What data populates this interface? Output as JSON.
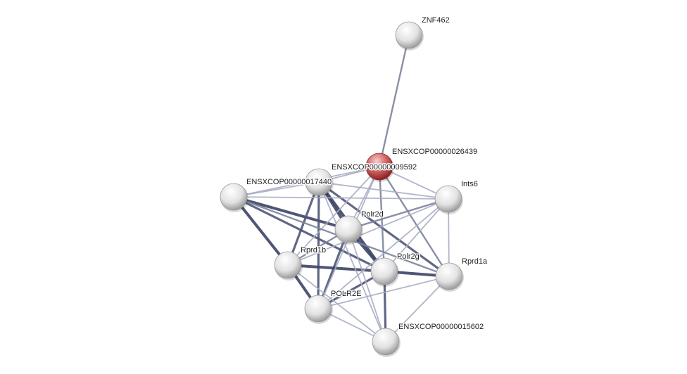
{
  "network": {
    "nodes": [
      {
        "id": "ZNF462",
        "label": "ZNF462",
        "highlight": false
      },
      {
        "id": "ENSXCOP00000026439",
        "label": "ENSXCOP00000026439",
        "highlight": true
      },
      {
        "id": "ENSXCOP00000009592",
        "label": "ENSXCOP00000009592",
        "highlight": false
      },
      {
        "id": "ENSXCOP00000017440",
        "label": "ENSXCOP00000017440",
        "highlight": false
      },
      {
        "id": "Ints6",
        "label": "Ints6",
        "highlight": false
      },
      {
        "id": "Polr2d",
        "label": "Polr2d",
        "highlight": false
      },
      {
        "id": "Rprd1b",
        "label": "Rprd1b",
        "highlight": false
      },
      {
        "id": "Polr2g",
        "label": "Polr2g",
        "highlight": false
      },
      {
        "id": "Rprd1a",
        "label": "Rprd1a",
        "highlight": false
      },
      {
        "id": "POLR2E",
        "label": "POLR2E",
        "highlight": false
      },
      {
        "id": "ENSXCOP00000015602",
        "label": "ENSXCOP00000015602",
        "highlight": false
      }
    ],
    "edges": [
      [
        "ZNF462",
        "ENSXCOP00000026439",
        2
      ],
      [
        "ENSXCOP00000017440",
        "Rprd1b",
        4
      ],
      [
        "ENSXCOP00000017440",
        "Polr2d",
        4
      ],
      [
        "ENSXCOP00000017440",
        "Polr2g",
        3
      ],
      [
        "ENSXCOP00000009592",
        "Polr2d",
        4
      ],
      [
        "ENSXCOP00000009592",
        "Polr2g",
        4
      ],
      [
        "ENSXCOP00000009592",
        "Rprd1b",
        3
      ],
      [
        "ENSXCOP00000009592",
        "POLR2E",
        3
      ],
      [
        "ENSXCOP00000009592",
        "Rprd1a",
        3
      ],
      [
        "Polr2d",
        "Polr2g",
        4
      ],
      [
        "Polr2d",
        "POLR2E",
        3
      ],
      [
        "Polr2d",
        "Rprd1b",
        2
      ],
      [
        "Rprd1b",
        "Polr2g",
        4
      ],
      [
        "Rprd1b",
        "POLR2E",
        4
      ],
      [
        "Polr2g",
        "Rprd1a",
        4
      ],
      [
        "Polr2g",
        "POLR2E",
        3
      ],
      [
        "Polr2g",
        "ENSXCOP00000015602",
        3
      ],
      [
        "ENSXCOP00000026439",
        "Polr2g",
        2
      ],
      [
        "ENSXCOP00000026439",
        "Rprd1a",
        2
      ],
      [
        "ENSXCOP00000026439",
        "Polr2d",
        1
      ],
      [
        "ENSXCOP00000026439",
        "Rprd1b",
        1
      ],
      [
        "ENSXCOP00000026439",
        "ENSXCOP00000017440",
        1
      ],
      [
        "ENSXCOP00000026439",
        "ENSXCOP00000009592",
        1
      ],
      [
        "ENSXCOP00000026439",
        "Ints6",
        1
      ],
      [
        "ENSXCOP00000026439",
        "POLR2E",
        1
      ],
      [
        "Ints6",
        "Polr2d",
        2
      ],
      [
        "Ints6",
        "Rprd1b",
        1
      ],
      [
        "Ints6",
        "Polr2g",
        1
      ],
      [
        "Ints6",
        "POLR2E",
        1
      ],
      [
        "Ints6",
        "Rprd1a",
        1
      ],
      [
        "Ints6",
        "ENSXCOP00000017440",
        1
      ],
      [
        "Ints6",
        "ENSXCOP00000009592",
        1
      ],
      [
        "Rprd1a",
        "POLR2E",
        1
      ],
      [
        "Rprd1a",
        "ENSXCOP00000015602",
        1
      ],
      [
        "POLR2E",
        "ENSXCOP00000015602",
        1
      ],
      [
        "Rprd1b",
        "ENSXCOP00000015602",
        1
      ],
      [
        "Polr2d",
        "ENSXCOP00000015602",
        1
      ],
      [
        "ENSXCOP00000009592",
        "ENSXCOP00000015602",
        1
      ],
      [
        "ENSXCOP00000017440",
        "ENSXCOP00000009592",
        1
      ],
      [
        "ENSXCOP00000017440",
        "Rprd1a",
        2
      ]
    ],
    "colors": {
      "edge_strong": "#3c4466",
      "edge_weak": "#a9adc4",
      "node": "#d8d8d8",
      "highlight": "#c94a4a"
    }
  }
}
